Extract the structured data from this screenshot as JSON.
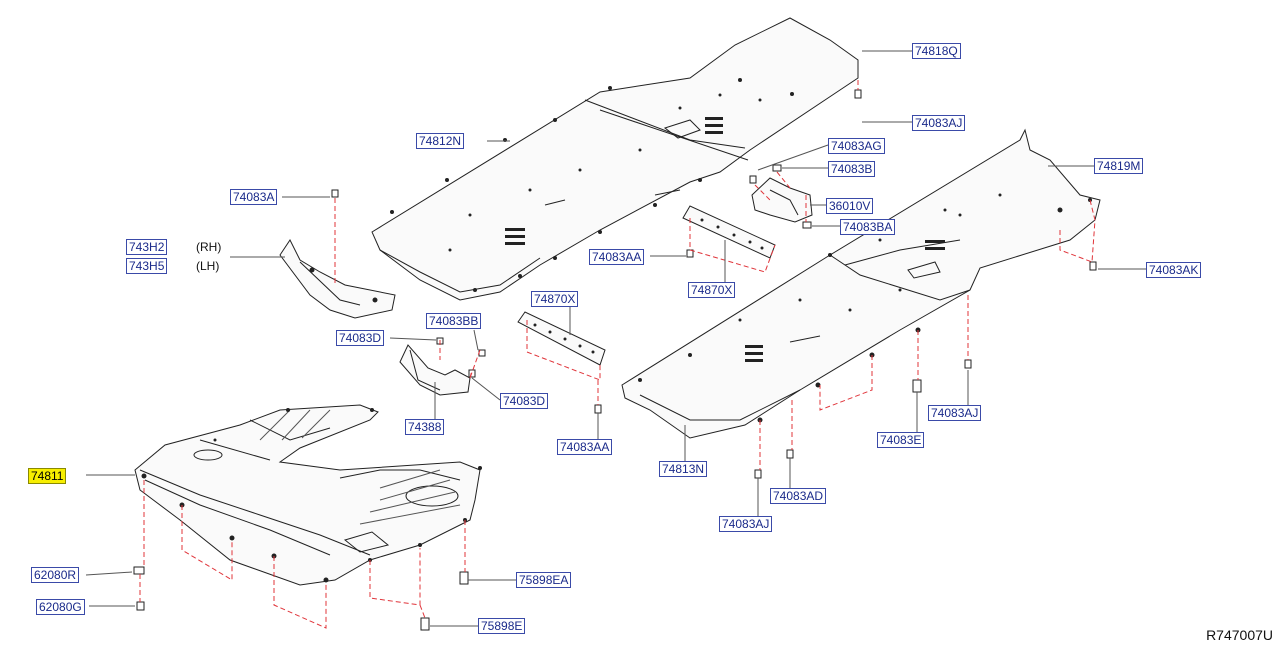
{
  "diagram": {
    "title": "Underbody cover parts diagram",
    "figure_code": "R747007U",
    "colors": {
      "outline": "#222222",
      "dash": "#e0343a",
      "label": "#1a2a8a",
      "highlight": "#f7ee00"
    },
    "parts": {
      "p74818Q": "74818Q",
      "p74083AJ_top": "74083AJ",
      "p74812N": "74812N",
      "p74083AG": "74083AG",
      "p74083B": "74083B",
      "p74819M": "74819M",
      "p74083A": "74083A",
      "p36010V": "36010V",
      "p74083BA": "74083BA",
      "p743H2": "743H2",
      "p743H5": "743H5",
      "p74083AA_a": "74083AA",
      "p74083AK": "74083AK",
      "p74870X_a": "74870X",
      "p74870X_b": "74870X",
      "p74083BB": "74083BB",
      "p74083D_a": "74083D",
      "p74083D_b": "74083D",
      "p74388": "74388",
      "p74083AJ_mid": "74083AJ",
      "p74083E": "74083E",
      "p74083AA_b": "74083AA",
      "p74811": "74811",
      "p74813N": "74813N",
      "p74083AD": "74083AD",
      "p74083AJ_bot": "74083AJ",
      "p62080R": "62080R",
      "p75898EA": "75898EA",
      "p62080G": "62080G",
      "p75898E": "75898E"
    },
    "side_rh": "(RH)",
    "side_lh": "(LH)"
  }
}
